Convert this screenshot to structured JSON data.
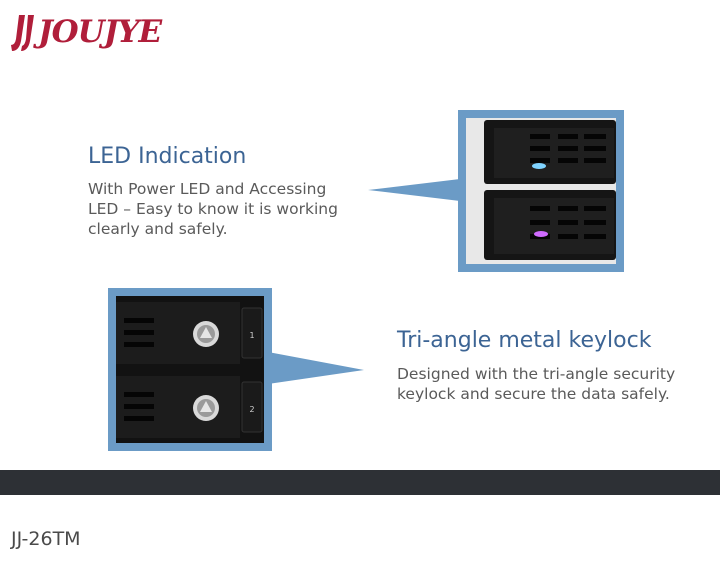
{
  "brand": {
    "name": "JOUJYE",
    "color": "#b01e3a"
  },
  "features": [
    {
      "title": "LED Indication",
      "description": "With Power LED and Accessing\nLED – Easy to know it is working\nclearly and safely.",
      "image_icon": "drive-bay-led-photo"
    },
    {
      "title": "Tri-angle metal keylock",
      "description": "Designed with the tri-angle security\nkeylock and secure the data safely.",
      "image_icon": "drive-bay-keylock-photo",
      "bay_labels": [
        "1",
        "2"
      ]
    }
  ],
  "colors": {
    "title": "#3c6494",
    "frame": "#6b9bc6",
    "footer_bar": "#2d3035"
  },
  "model": "JJ-26TM"
}
